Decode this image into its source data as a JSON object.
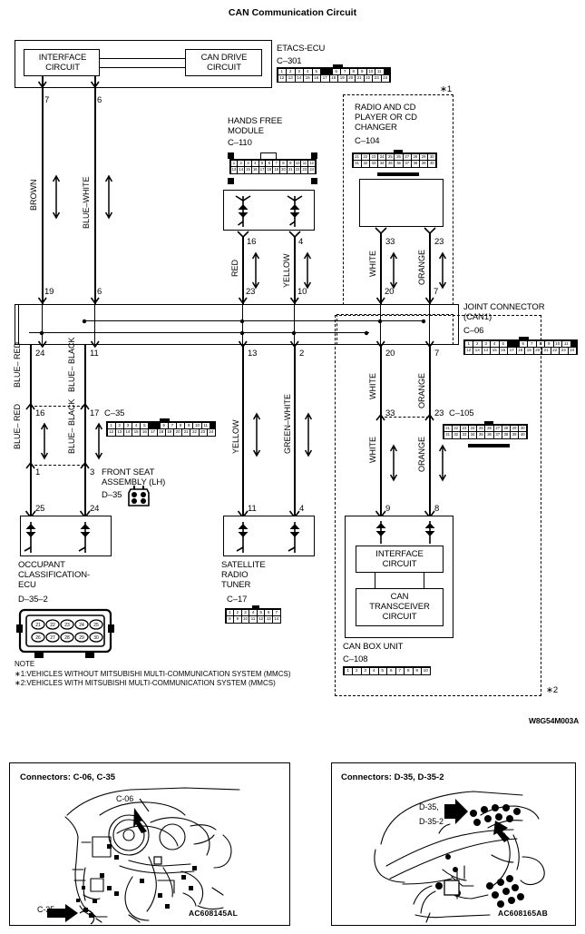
{
  "page": {
    "title": "CAN Communication Circuit",
    "reference_code": "W8G54M003A"
  },
  "blocks": {
    "etacs": {
      "interface_circuit": "INTERFACE\nCIRCUIT",
      "can_drive_circuit": "CAN DRIVE\nCIRCUIT",
      "name": "ETACS-ECU",
      "connector": "C–301",
      "pins_top": [
        "1",
        "2",
        "3",
        "4",
        "5",
        "",
        "6",
        "7",
        "8",
        "9",
        "10",
        "11"
      ],
      "pins_bottom": [
        "12",
        "13",
        "14",
        "15",
        "16",
        "17",
        "18",
        "19",
        "20",
        "21",
        "22",
        "23",
        "24"
      ],
      "out_pin_left": "7",
      "out_pin_right": "6"
    },
    "hands_free": {
      "name": "HANDS FREE\nMODULE",
      "connector": "C–110",
      "pins_top": [
        "1",
        "2",
        "3",
        "4",
        "5",
        "6",
        "7",
        "8",
        "9",
        "10",
        "11",
        "12"
      ],
      "pins_bottom": [
        "13",
        "14",
        "15",
        "16",
        "17",
        "18",
        "19",
        "20",
        "21",
        "22",
        "23",
        "24"
      ],
      "out_pin_left": "16",
      "out_pin_right": "4"
    },
    "radio_cd": {
      "name": "RADIO AND CD\nPLAYER OR CD\nCHANGER",
      "connector": "C–104",
      "note_mark": "∗1",
      "pins_top": [
        "21",
        "22",
        "23",
        "24",
        "25",
        "26",
        "27",
        "28",
        "29",
        "30"
      ],
      "pins_bottom": [
        "31",
        "32",
        "33",
        "34",
        "35",
        "36",
        "37",
        "38",
        "39",
        "40"
      ],
      "out_pin_left": "33",
      "out_pin_right": "23"
    },
    "joint_connector": {
      "name": "JOINT CONNECTOR\n(CAN1)",
      "connector": "C–06",
      "pins_top": [
        "1",
        "2",
        "3",
        "4",
        "5",
        "",
        "6",
        "7",
        "8",
        "9",
        "10",
        "11"
      ],
      "pins_bottom": [
        "12",
        "13",
        "14",
        "15",
        "16",
        "17",
        "18",
        "19",
        "20",
        "21",
        "22",
        "23",
        "24"
      ]
    },
    "c35": {
      "connector": "C–35",
      "pins_top": [
        "1",
        "2",
        "3",
        "4",
        "5",
        "",
        "6",
        "7",
        "8",
        "9",
        "10",
        "11"
      ],
      "pins_bottom": [
        "12",
        "13",
        "14",
        "15",
        "16",
        "17",
        "18",
        "19",
        "20",
        "21",
        "22",
        "23",
        "24"
      ]
    },
    "front_seat": {
      "name": "FRONT SEAT\nASSEMBLY (LH)",
      "connector": "D–35",
      "pin_left": "1",
      "pin_right": "3"
    },
    "occupant_ecu": {
      "name": "OCCUPANT\nCLASSIFICATION-\nECU",
      "connector": "D–35–2",
      "in_pin_left": "25",
      "in_pin_right": "24",
      "pins_top": [
        "21",
        "22",
        "23",
        "24",
        "25"
      ],
      "pins_bottom": [
        "26",
        "27",
        "28",
        "29",
        "30"
      ]
    },
    "satellite_radio": {
      "name": "SATELLITE\nRADIO\nTUNER",
      "connector": "C–17",
      "in_pin_left": "11",
      "in_pin_right": "4",
      "pins_top": [
        "1",
        "2",
        "3",
        "4",
        "5",
        "6",
        "7"
      ],
      "pins_bottom": [
        "8",
        "9",
        "10",
        "11",
        "12",
        "13",
        "14"
      ]
    },
    "c105": {
      "connector": "C–105",
      "pins_top": [
        "21",
        "22",
        "23",
        "24",
        "25",
        "26",
        "27",
        "28",
        "29",
        "30"
      ],
      "pins_bottom": [
        "31",
        "32",
        "33",
        "34",
        "35",
        "36",
        "37",
        "38",
        "39",
        "40"
      ]
    },
    "can_box": {
      "name": "CAN BOX UNIT",
      "connector": "C–108",
      "interface_circuit": "INTERFACE\nCIRCUIT",
      "can_transceiver_circuit": "CAN\nTRANSCEIVER\nCIRCUIT",
      "in_pin_left": "9",
      "in_pin_right": "8",
      "note_mark": "∗2",
      "pins": [
        "1",
        "2",
        "3",
        "4",
        "5",
        "6",
        "7",
        "8",
        "9",
        "10"
      ]
    }
  },
  "wires": {
    "brown": {
      "color_label": "BROWN",
      "top_pin": "7",
      "bottom_pin": "19"
    },
    "blue_white": {
      "color_label": "BLUE–WHITE",
      "top_pin": "6",
      "bottom_pin": "6"
    },
    "red": {
      "color_label": "RED",
      "top_pin": "16",
      "bottom_pin": "23"
    },
    "yellow_top": {
      "color_label": "YELLOW",
      "top_pin": "4",
      "bottom_pin": "10"
    },
    "white_top": {
      "color_label": "WHITE",
      "top_pin": "33",
      "bottom_pin": "20"
    },
    "orange_top": {
      "color_label": "ORANGE",
      "top_pin": "23",
      "bottom_pin": "7"
    },
    "blue_red_upper": {
      "color_label": "BLUE–\nRED",
      "top_pin": "24",
      "bottom_pin": "16"
    },
    "blue_black_upper": {
      "color_label": "BLUE–\nBLACK",
      "top_pin": "11",
      "bottom_pin": "17"
    },
    "blue_red_lower": {
      "color_label": "BLUE–\nRED",
      "top_pin": "1",
      "bottom_pin": "25"
    },
    "blue_black_lower": {
      "color_label": "BLUE–\nBLACK",
      "top_pin": "3",
      "bottom_pin": "24"
    },
    "yellow_lower": {
      "color_label": "YELLOW",
      "top_pin": "13",
      "bottom_pin": "11"
    },
    "green_white": {
      "color_label": "GREEN–WHITE",
      "top_pin": "2",
      "bottom_pin": "4"
    },
    "white_mid": {
      "color_label": "WHITE",
      "top_pin": "20",
      "bottom_pin": "33"
    },
    "orange_mid": {
      "color_label": "ORANGE",
      "top_pin": "7",
      "bottom_pin": "23"
    },
    "white_lower": {
      "color_label": "WHITE",
      "top_pin": "33",
      "bottom_pin": "9"
    },
    "orange_lower": {
      "color_label": "ORANGE",
      "top_pin": "23",
      "bottom_pin": "8"
    }
  },
  "note": {
    "heading": "NOTE",
    "lines": [
      "∗1:VEHICLES WITHOUT MITSUBISHI MULTI-COMMUNICATION SYSTEM (MMCS)",
      "∗2:VEHICLES WITH MITSUBISHI MULTI-COMMUNICATION SYSTEM (MMCS)"
    ]
  },
  "panels": [
    {
      "title": "Connectors: C-06, C-35",
      "labels": [
        "C-06",
        "C-35"
      ],
      "code": "AC608145AL"
    },
    {
      "title": "Connectors: D-35, D-35-2",
      "labels": [
        "D-35,",
        "D-35-2"
      ],
      "code": "AC608165AB"
    }
  ]
}
